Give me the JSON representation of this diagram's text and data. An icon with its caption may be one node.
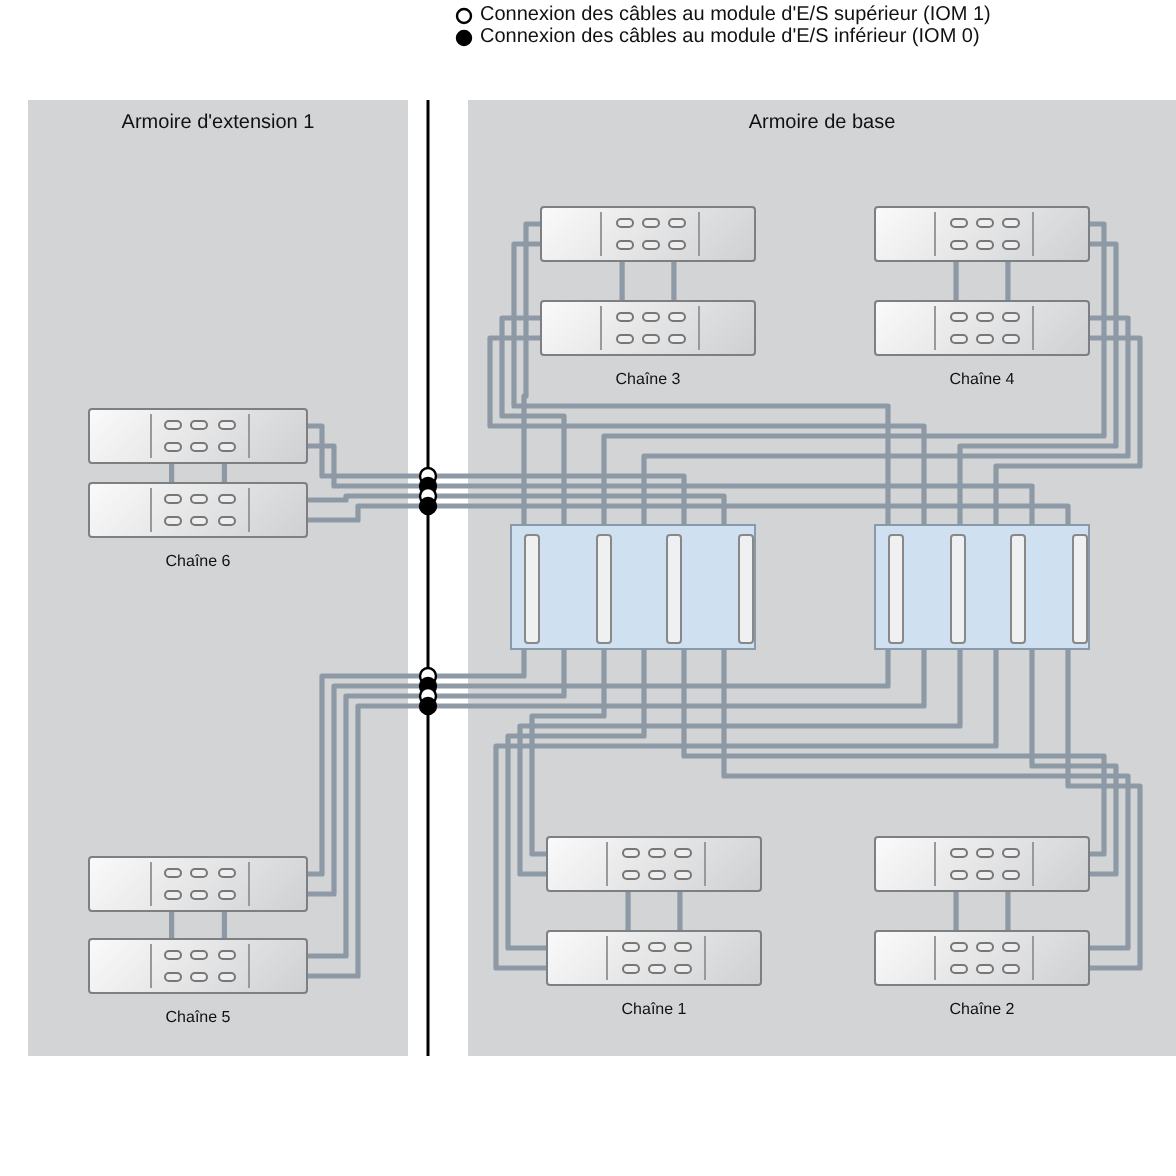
{
  "diagram": {
    "nodes": [
      {
        "text": [
          "Armoire d'extension 1"
        ]
      },
      {
        "text": [
          "Armoire de base"
        ]
      },
      {
        "text": [],
        "shape": "box",
        "in": 1
      },
      {
        "text": [],
        "shape": "box",
        "in": 1
      },
      {
        "text": [],
        "shape": "box",
        "in": 1,
        "beside": [
          "Chaîne 3"
        ]
      },
      {
        "text": [],
        "shape": "box",
        "in": 1,
        "beside": [
          "Chaîne 4"
        ]
      },
      {
        "text": [],
        "shape": "box",
        "in": 0
      },
      {
        "text": [],
        "shape": "box",
        "in": 0,
        "beside": [
          "Chaîne 6"
        ]
      },
      {
        "text": [],
        "shape": "box",
        "in": 1
      },
      {
        "text": [],
        "shape": "box",
        "in": 1
      },
      {
        "text": [],
        "shape": "box",
        "in": 0
      },
      {
        "text": [],
        "shape": "box",
        "in": 1
      },
      {
        "text": [],
        "shape": "box",
        "in": 1
      },
      {
        "text": [],
        "shape": "box",
        "in": 0,
        "beside": [
          "Chaîne 5"
        ]
      },
      {
        "text": [],
        "shape": "box",
        "in": 1,
        "beside": [
          "Chaîne 1"
        ]
      },
      {
        "text": [],
        "shape": "box",
        "in": 1,
        "beside": [
          "Chaîne 2"
        ]
      }
    ],
    "edges": [
      {
        "from": 2,
        "to": 4,
        "arrow": "none"
      },
      {
        "from": 2,
        "to": 4,
        "arrow": "none"
      },
      {
        "from": 2,
        "to": 8,
        "arrow": "none"
      },
      {
        "from": 2,
        "to": 9,
        "arrow": "none"
      },
      {
        "from": 4,
        "to": 8,
        "arrow": "none"
      },
      {
        "from": 4,
        "to": 9,
        "arrow": "none"
      },
      {
        "from": 3,
        "to": 5,
        "arrow": "none"
      },
      {
        "from": 3,
        "to": 5,
        "arrow": "none"
      },
      {
        "from": 3,
        "to": 8,
        "arrow": "none"
      },
      {
        "from": 3,
        "to": 9,
        "arrow": "none"
      },
      {
        "from": 5,
        "to": 8,
        "arrow": "none"
      },
      {
        "from": 5,
        "to": 9,
        "arrow": "none"
      },
      {
        "from": 6,
        "to": 7,
        "arrow": "none"
      },
      {
        "from": 6,
        "to": 7,
        "arrow": "none"
      },
      {
        "from": 6,
        "to": 8,
        "arrow": "none"
      },
      {
        "from": 6,
        "to": 9,
        "arrow": "none"
      },
      {
        "from": 7,
        "to": 8,
        "arrow": "none"
      },
      {
        "from": 7,
        "to": 9,
        "arrow": "none"
      },
      {
        "from": 10,
        "to": 13,
        "arrow": "none"
      },
      {
        "from": 10,
        "to": 13,
        "arrow": "none"
      },
      {
        "from": 10,
        "to": 8,
        "arrow": "none"
      },
      {
        "from": 10,
        "to": 9,
        "arrow": "none"
      },
      {
        "from": 13,
        "to": 8,
        "arrow": "none"
      },
      {
        "from": 13,
        "to": 9,
        "arrow": "none"
      },
      {
        "from": 11,
        "to": 14,
        "arrow": "none"
      },
      {
        "from": 11,
        "to": 14,
        "arrow": "none"
      },
      {
        "from": 11,
        "to": 8,
        "arrow": "none"
      },
      {
        "from": 11,
        "to": 9,
        "arrow": "none"
      },
      {
        "from": 14,
        "to": 8,
        "arrow": "none"
      },
      {
        "from": 14,
        "to": 9,
        "arrow": "none"
      },
      {
        "from": 12,
        "to": 15,
        "arrow": "none"
      },
      {
        "from": 12,
        "to": 15,
        "arrow": "none"
      },
      {
        "from": 12,
        "to": 8,
        "arrow": "none"
      },
      {
        "from": 12,
        "to": 9,
        "arrow": "none"
      },
      {
        "from": 15,
        "to": 8,
        "arrow": "none"
      },
      {
        "from": 15,
        "to": 9,
        "arrow": "none"
      }
    ],
    "legend": [
      {
        "text": "Connexion des câbles au module d'E/S supérieur (IOM 1)"
      },
      {
        "text": "Connexion des câbles au module d'E/S inférieur (IOM 0)"
      }
    ]
  }
}
